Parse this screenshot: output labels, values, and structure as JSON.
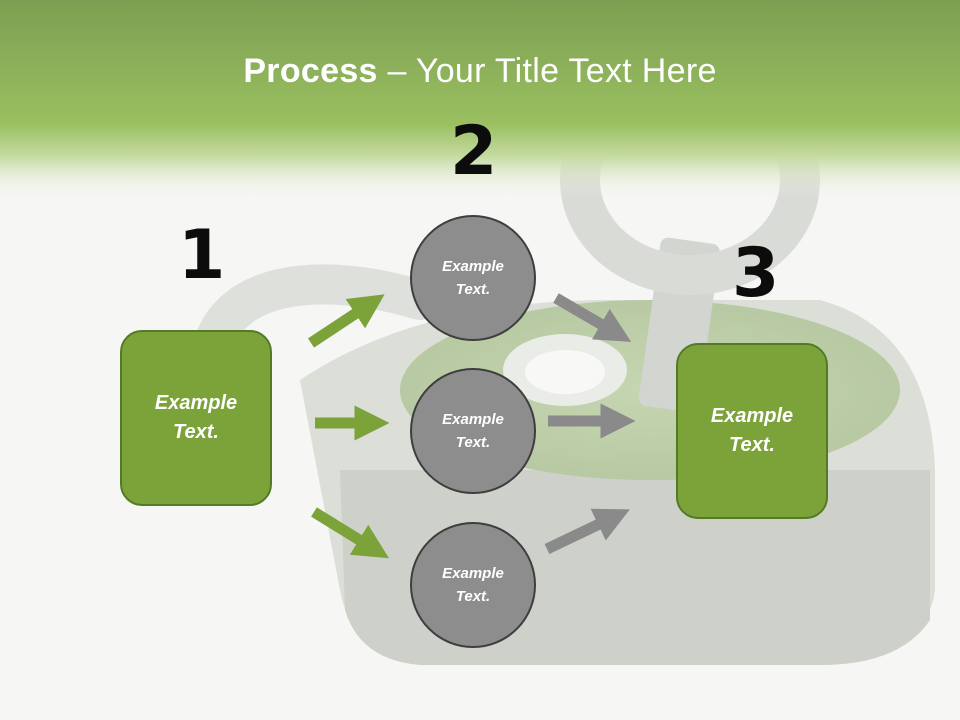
{
  "slide": {
    "title_bold": "Process",
    "title_rest": " – Your Title Text Here",
    "step_numbers": [
      "1",
      "2",
      "3"
    ],
    "box_left": {
      "line1": "Example",
      "line2": "Text."
    },
    "box_right": {
      "line1": "Example",
      "line2": "Text."
    },
    "circles": [
      {
        "line1": "Example",
        "line2": "Text."
      },
      {
        "line1": "Example",
        "line2": "Text."
      },
      {
        "line1": "Example",
        "line2": "Text."
      }
    ]
  },
  "colors": {
    "header_green": "#7aa53a",
    "box_green": "#7ca23a",
    "green_arrow": "#7ca23a",
    "gray_arrow": "#8a8a8a",
    "circle_gray": "#8d8d8d"
  },
  "icons": {
    "background": "padlock-with-key-photo"
  }
}
